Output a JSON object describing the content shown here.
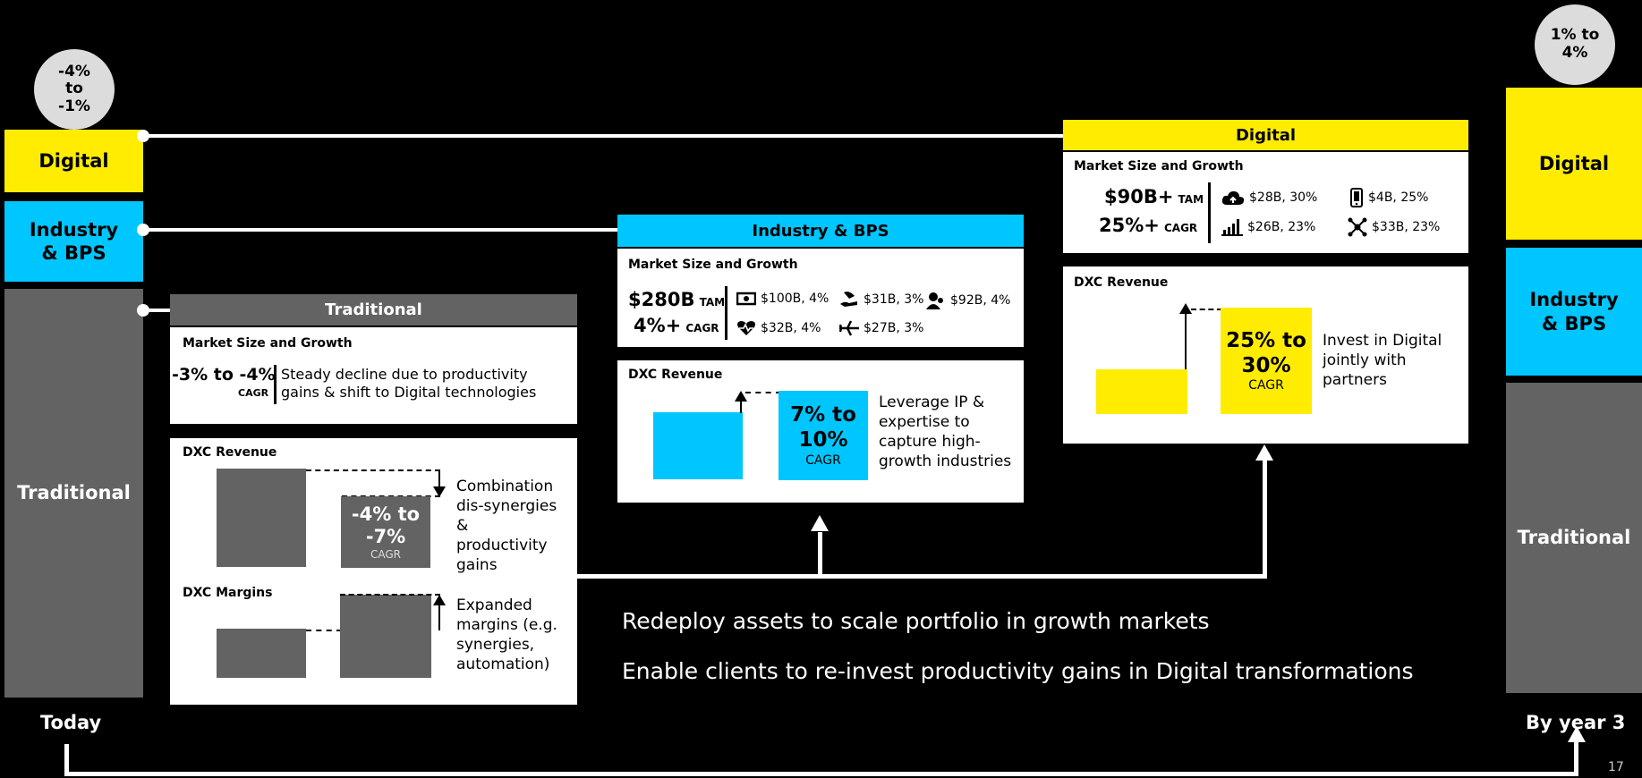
{
  "left": {
    "growth_badge": "-4% to -1%",
    "segments": {
      "digital": "Digital",
      "industry": "Industry & BPS",
      "traditional": "Traditional"
    },
    "footer_label": "Today"
  },
  "right": {
    "growth_badge": "1% to 4%",
    "segments": {
      "digital": "Digital",
      "industry": "Industry & BPS",
      "traditional": "Traditional"
    },
    "footer_label": "By year 3"
  },
  "traditional_panel": {
    "title": "Traditional",
    "market_heading": "Market Size and Growth",
    "cagr_value": "-3% to -4%",
    "cagr_label": "CAGR",
    "description": "Steady decline due to productivity gains & shift to Digital technologies",
    "revenue_heading": "DXC Revenue",
    "revenue_change": "-4% to -7%",
    "revenue_change_label": "CAGR",
    "revenue_note": "Combination dis-synergies & productivity gains",
    "margins_heading": "DXC Margins",
    "margins_note": "Expanded margins (e.g. synergies, automation)"
  },
  "industry_panel": {
    "title": "Industry & BPS",
    "market_heading": "Market Size and Growth",
    "tam_value": "$280B",
    "tam_label": "TAM",
    "cagr_value": "4%+",
    "cagr_label": "CAGR",
    "segments": [
      {
        "icon": "money-icon",
        "text": "$100B, 4%"
      },
      {
        "icon": "umbrella-hand-icon",
        "text": "$31B, 3%"
      },
      {
        "icon": "user-group-icon",
        "text": "$92B, 4%"
      },
      {
        "icon": "heart-pulse-icon",
        "text": "$32B, 4%"
      },
      {
        "icon": "airplane-icon",
        "text": "$27B, 3%"
      }
    ],
    "revenue_heading": "DXC Revenue",
    "revenue_change": "7% to 10%",
    "revenue_change_label": "CAGR",
    "revenue_note": "Leverage IP & expertise to capture high-growth industries"
  },
  "digital_panel": {
    "title": "Digital",
    "market_heading": "Market Size and Growth",
    "tam_value": "$90B+",
    "tam_label": "TAM",
    "cagr_value": "25%+",
    "cagr_label": "CAGR",
    "segments": [
      {
        "icon": "cloud-icon",
        "text": "$28B, 30%"
      },
      {
        "icon": "mobile-icon",
        "text": "$4B, 25%"
      },
      {
        "icon": "signal-bars-icon",
        "text": "$26B, 23%"
      },
      {
        "icon": "network-icon",
        "text": "$33B, 23%"
      }
    ],
    "revenue_heading": "DXC Revenue",
    "revenue_change": "25% to 30%",
    "revenue_change_label": "CAGR",
    "revenue_note": "Invest in Digital jointly with partners"
  },
  "callouts": [
    "Redeploy assets to scale portfolio in growth markets",
    "Enable clients to re-invest productivity gains in Digital transformations"
  ],
  "page_number": "17",
  "colors": {
    "digital": "#ffec00",
    "industry": "#00c6ff",
    "traditional": "#636363",
    "background": "#000000"
  }
}
